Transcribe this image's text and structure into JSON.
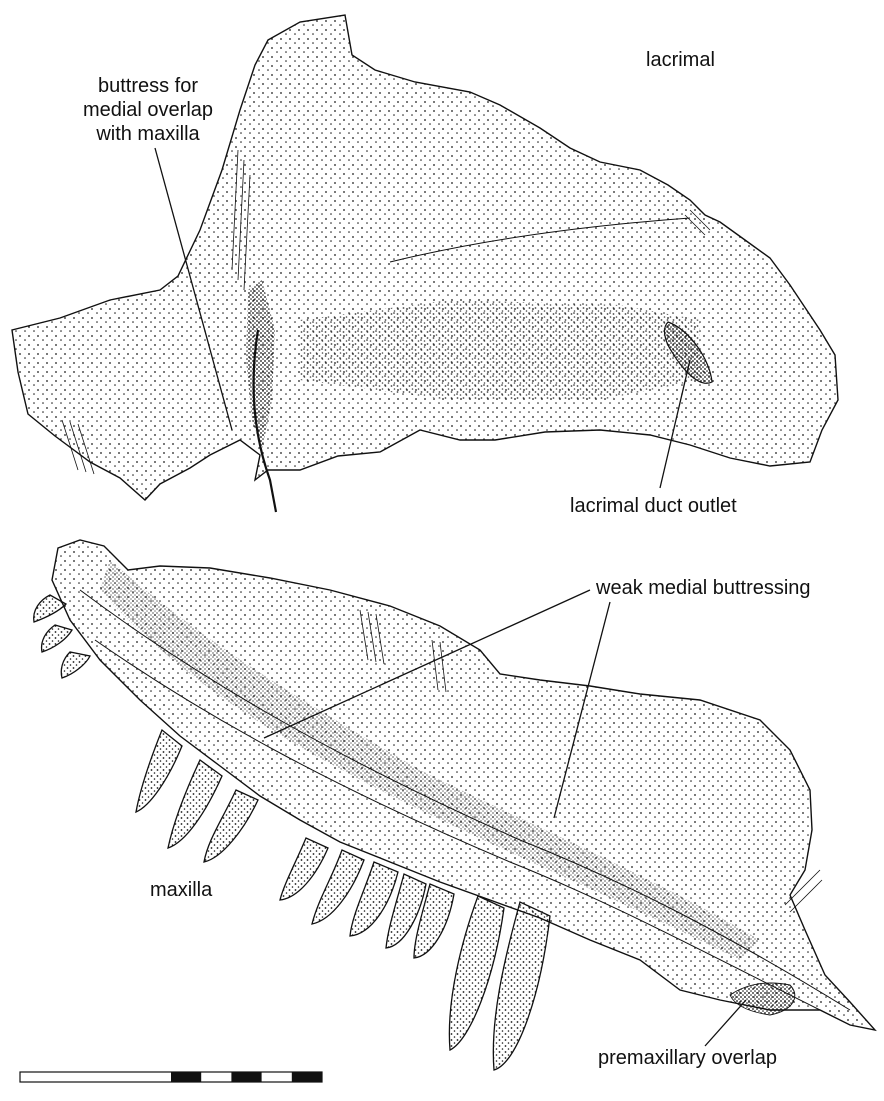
{
  "labels": {
    "lacrimal": "lacrimal",
    "buttress_line1": "buttress for",
    "buttress_line2": "medial overlap",
    "buttress_line3": "with maxilla",
    "lacrimal_duct": "lacrimal duct outlet",
    "weak_buttressing": "weak medial buttressing",
    "maxilla": "maxilla",
    "premaxillary": "premaxillary overlap"
  },
  "scale_bar": {
    "segments": 10,
    "filled_segments": [
      5,
      7,
      9
    ]
  },
  "colors": {
    "ink": "#111111",
    "stipple": "#1a1a1a",
    "bone_fill": "#f6f6f6"
  }
}
